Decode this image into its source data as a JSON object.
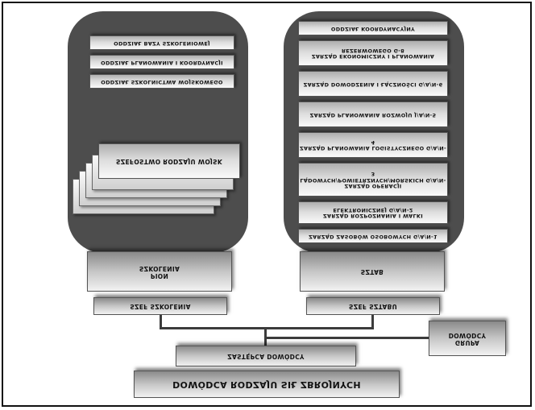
{
  "left_panel": {
    "units": [
      "ODDZIAŁ BAZY SZKOLENIOWEJ",
      "ODDZIAŁ PLANOWANIA I KOORDYNACJI",
      "ODDZIAŁ SZKOLNICTWA WOJSKOWEGO"
    ],
    "stack_label": "SZEFOSTWO RODZAJU WOJSK"
  },
  "right_panel": {
    "units": [
      "ODDZIAŁ KOORDYNACYJNY",
      "ZARZĄD EKONOMICZNY I PLANOWANIA REZERWOWEGO G-8",
      "ZARZĄD DOWODZENIA I ŁĄCZNOŚCI G/A/N-6",
      "ZARZĄD PLANOWANIA ROZWOJU J/A/N-5",
      "ZARZĄD PLANOWANIA LOGISTYCZNEGO G/A/N-4",
      "ZARZĄD OPERACJI LĄDOWYCH/POWIETRZNYCH/MORSKICH G/A/N-3",
      "ZARZĄD ROZPOZNANIA I WALKI ELEKTRONICZNEJ G/A/N-2",
      "ZARZĄD ZASOBÓW OSOBOWYCH G/A/N-1"
    ]
  },
  "pion_szkolenia": {
    "line1": "PION",
    "line2": "SZKOLENIA"
  },
  "sztab": "SZTAB",
  "szef_szkolenia": "SZEF SZKOLENIA",
  "szef_sztabu": "SZEF SZTABU",
  "grupa_dowodcy": {
    "line1": "GRUPA",
    "line2": "DOWÓDCY"
  },
  "zastepca": "ZASTĘPCA DOWÓDCY",
  "dowodca": "DOWÓDCA RODZAJU SIŁ ZBROJNYCH"
}
